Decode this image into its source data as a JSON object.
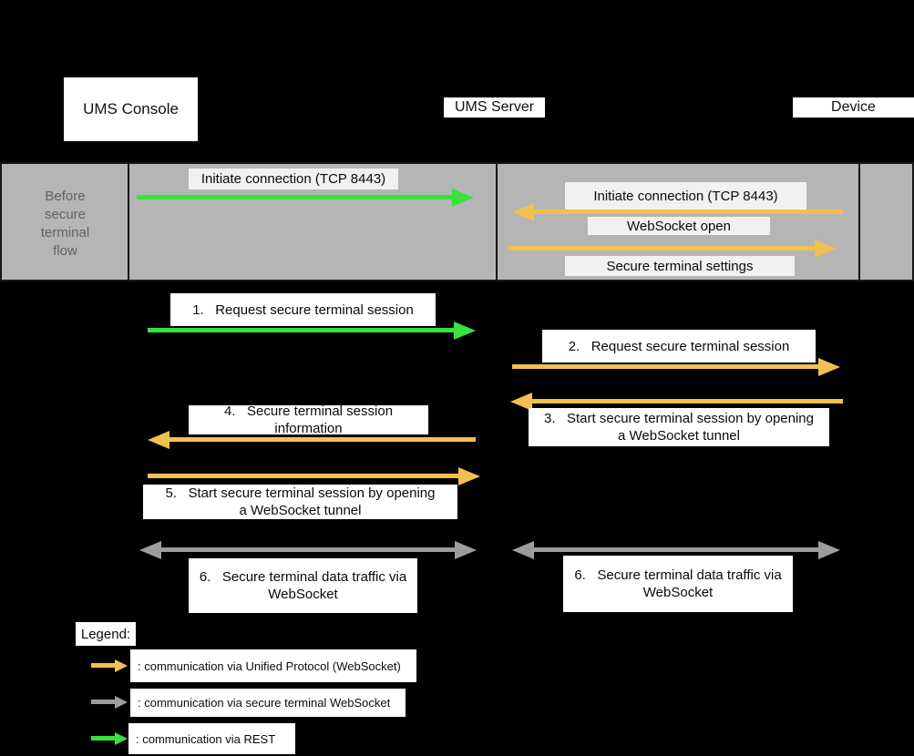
{
  "colors": {
    "background": "#000000",
    "rest_green": "#38e23c",
    "unified_orange": "#f2c04e",
    "secure_ws_gray": "#9c9c9c",
    "band_bg": "#b5b5b5",
    "band_label_bg": "#f1f1f1",
    "label_bg": "#ffffff"
  },
  "actors": {
    "console": "UMS Console",
    "server": "UMS Server",
    "device": "Device"
  },
  "band": {
    "title": "Before\nsecure\nterminal\nflow",
    "msg_console_to_server": "Initiate connection (TCP 8443)",
    "msg_device_to_server": "Initiate connection (TCP 8443)",
    "msg_websocket_open": "WebSocket open",
    "msg_secure_settings": "Secure terminal settings"
  },
  "steps": {
    "s1": "1.   Request secure terminal session",
    "s2": "2.   Request secure terminal session",
    "s3": "3.   Start secure terminal session by opening\na WebSocket tunnel",
    "s4": "4.   Secure terminal session\ninformation",
    "s5": "5.   Start secure terminal session by opening\na WebSocket tunnel",
    "s6_left": "6.   Secure terminal data traffic via\nWebSocket",
    "s6_right": "6.   Secure terminal data traffic via\nWebSocket"
  },
  "legend": {
    "title": "Legend:",
    "unified": ": communication via Unified Protocol (WebSocket)",
    "secure_ws": ": communication via secure terminal WebSocket",
    "rest": ": communication via REST"
  }
}
